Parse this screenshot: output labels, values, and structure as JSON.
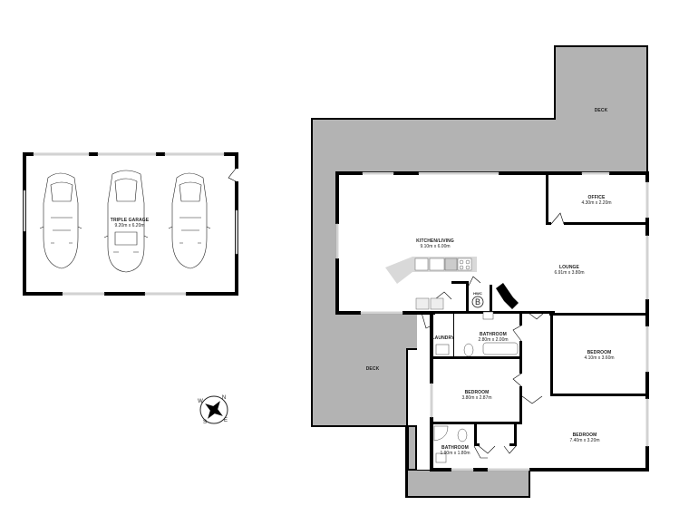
{
  "floorplan": {
    "colors": {
      "wall": "#000000",
      "deck": "#b3b3b3",
      "floor": "#ffffff",
      "window": "#dcdcdc",
      "bench": "#d9d9d9"
    },
    "garage": {
      "title": "TRIPLE GARAGE",
      "dims": "9.20m x 6.20m",
      "cars": 3
    },
    "rooms": [
      {
        "id": "deck-top",
        "title": "DECK",
        "dims": ""
      },
      {
        "id": "deck-left",
        "title": "DECK",
        "dims": ""
      },
      {
        "id": "kitchen-living",
        "title": "KITCHEN/LIVING",
        "dims": "9.10m x 6.00m"
      },
      {
        "id": "office",
        "title": "OFFICE",
        "dims": "4.30m x 2.20m"
      },
      {
        "id": "lounge",
        "title": "LOUNGE",
        "dims": "6.91m x 3.80m"
      },
      {
        "id": "laundry",
        "title": "LAUNDRY",
        "dims": ""
      },
      {
        "id": "bathroom-main",
        "title": "BATHROOM",
        "dims": "2.80m x 2.00m"
      },
      {
        "id": "bedroom-1",
        "title": "BEDROOM",
        "dims": "4.10m x 3.60m"
      },
      {
        "id": "bedroom-2",
        "title": "BEDROOM",
        "dims": "3.80m x 2.87m"
      },
      {
        "id": "bedroom-3",
        "title": "BEDROOM",
        "dims": "7.40m x 3.20m"
      },
      {
        "id": "bathroom-ensuite",
        "title": "BATHROOM",
        "dims": "1.90m x 1.80m"
      }
    ],
    "fixtures": {
      "hwc_label": "HWC",
      "hwc_symbol": "B"
    },
    "compass": {
      "n": "N",
      "e": "E",
      "s": "S",
      "w": "W"
    }
  }
}
